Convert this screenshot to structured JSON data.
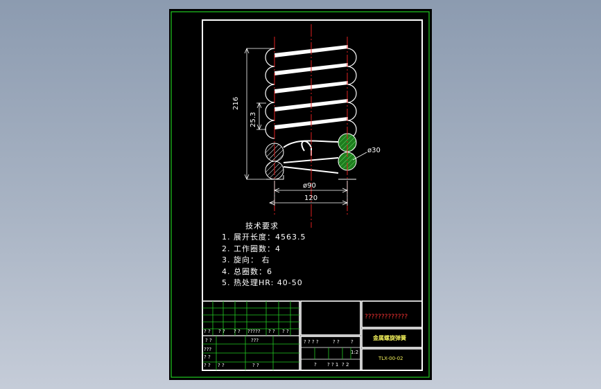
{
  "drawing": {
    "dimensions": {
      "overall_height": "216",
      "pitch": "25.3",
      "wire_dia": "ø30",
      "inner_dia": "ø90",
      "outer_dia": "120"
    },
    "requirements": {
      "title": "技术要求",
      "items": [
        "1. 展开长度：4563.5",
        "2. 工作圈数：4",
        "3. 旋向： 右",
        "4. 总圈数：6",
        "5. 热处理HR: 40-50"
      ]
    },
    "title_block": {
      "company_placeholder": "?????????????",
      "part_name": "金属螺旋弹簧",
      "drawing_no": "TLX-00-02",
      "scale": "1:2",
      "q1": "? ? ? ?",
      "q2": "? ?",
      "q3": "?",
      "q4": "? ? 1",
      "q5": "? 2",
      "q6": "?",
      "rev1": "? ?",
      "rev2": "? ?",
      "rev3": "? ?",
      "rev4": "?????",
      "rev5": "? ?",
      "rev6": "? ?",
      "mid1": "???",
      "left1": "? ?",
      "left2": "???",
      "left3": "? ?",
      "left4": "? ?",
      "left5": "? ?",
      "left6": "? ?"
    }
  },
  "colors": {
    "border": "#ffffff",
    "outer_border": "#22cc22",
    "centerline": "#e02020",
    "hatch_green": "#1e7d1e",
    "red_text": "#ff3333",
    "yellow_text": "#f2f05a"
  }
}
